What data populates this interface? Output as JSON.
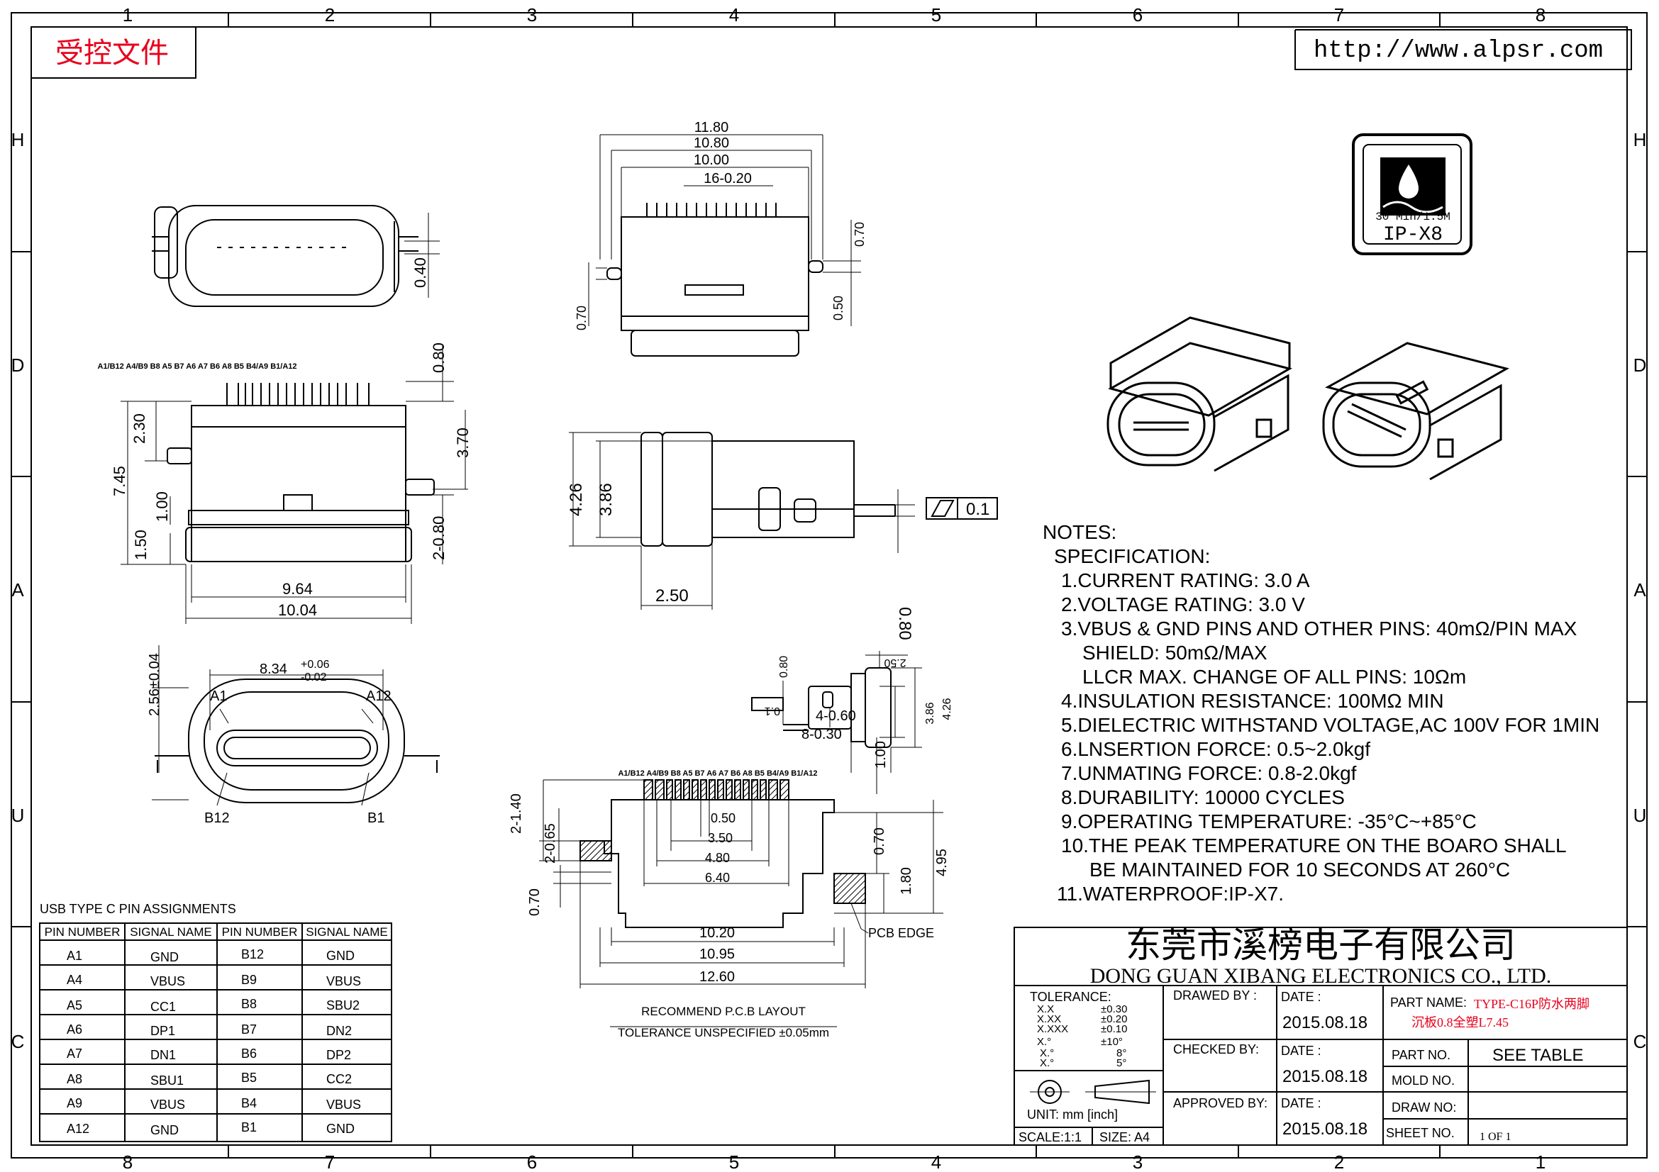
{
  "stamp": "受控文件",
  "url": "http://www.alpsr.com",
  "col_labels_top": [
    "1",
    "2",
    "3",
    "4",
    "5",
    "6",
    "7",
    "8"
  ],
  "col_labels_bottom": [
    "8",
    "7",
    "6",
    "5",
    "4",
    "3",
    "2",
    "1"
  ],
  "row_labels_left": [
    "H",
    "D",
    "A",
    "U",
    "C"
  ],
  "row_labels_right": [
    "H",
    "D",
    "A",
    "U",
    "C"
  ],
  "ip_badge": {
    "line1": "30 Min/1.5M",
    "line2": "IP-X8"
  },
  "pin_header": "A1/B12 A4/B9 B8 A5 B7 A6 A7 B6 A8 B5 B4/A9 B1/A12",
  "top_view": {
    "d1": "11.80",
    "d2": "10.80",
    "d3": "10.00",
    "d4": "16-0.20",
    "d5": "0.70",
    "d6": "0.50",
    "d7": "0.70"
  },
  "front_view": {
    "d1": "0.40"
  },
  "side_view": {
    "d1": "0.80",
    "d2": "2.30",
    "d3": "3.70",
    "d4": "7.45",
    "d5": "1.00",
    "d6": "2-0.80",
    "d7": "1.50",
    "d8": "9.64",
    "d9": "10.04"
  },
  "profile_view": {
    "d1": "4.26",
    "d2": "3.86",
    "d3": "2.50",
    "d4": "0.80",
    "flat": "0.1"
  },
  "mouth_view": {
    "d1": "2.56±0.04",
    "d2": "8.34",
    "tol_up": "+0.06",
    "tol_dn": "-0.02",
    "a1": "A1",
    "a12": "A12",
    "b12": "B12",
    "b1": "B1"
  },
  "pcb_layout": {
    "d_080": "0.80",
    "d_250": "2.50",
    "flat": "0.1",
    "d_4060": "4-0.60",
    "d_8030": "8-0.30",
    "d_386": "3.86",
    "d_426": "4.26",
    "d_100": "1.00",
    "d_2140": "2-1.40",
    "d_2065": "2-0.65",
    "d_050": "0.50",
    "d_350": "3.50",
    "d_480": "4.80",
    "d_640": "6.40",
    "d_070a": "0.70",
    "d_495": "4.95",
    "d_180": "1.80",
    "d_070b": "0.70",
    "d_1020": "10.20",
    "d_1095": "10.95",
    "d_1260": "12.60",
    "pcb_edge": "PCB EDGE",
    "caption1": "RECOMMEND P.C.B LAYOUT",
    "caption2": "TOLERANCE UNSPECIFIED ±0.05mm"
  },
  "notes": {
    "title": "NOTES:",
    "lines": [
      "SPECIFICATION:",
      "1.CURRENT RATING: 3.0 A",
      "2.VOLTAGE RATING: 3.0 V",
      "3.VBUS & GND PINS AND OTHER PINS: 40mΩ/PIN MAX",
      "SHIELD: 50mΩ/MAX",
      "LLCR MAX. CHANGE OF ALL PINS: 10Ωm",
      "4.INSULATION RESISTANCE:  100MΩ MIN",
      "5.DIELECTRIC WITHSTAND VOLTAGE,AC 100V FOR 1MIN",
      "6.LNSERTION FORCE: 0.5~2.0kgf",
      "7.UNMATING FORCE: 0.8-2.0kgf",
      "8.DURABILITY: 10000 CYCLES",
      "9.OPERATING TEMPERATURE: -35°C~+85°C",
      "10.THE PEAK TEMPERATURE ON THE BOARO SHALL",
      "BE MAINTAINED FOR 10 SECONDS AT 260°C",
      "11.WATERPROOF:IP-X7."
    ]
  },
  "pin_table": {
    "title": "USB TYPE C PIN ASSIGNMENTS",
    "headers": [
      "PIN NUMBER",
      "SIGNAL NAME",
      "PIN NUMBER",
      "SIGNAL NAME"
    ],
    "rows": [
      [
        "A1",
        "GND",
        "B12",
        "GND"
      ],
      [
        "A4",
        "VBUS",
        "B9",
        "VBUS"
      ],
      [
        "A5",
        "CC1",
        "B8",
        "SBU2"
      ],
      [
        "A6",
        "DP1",
        "B7",
        "DN2"
      ],
      [
        "A7",
        "DN1",
        "B6",
        "DP2"
      ],
      [
        "A8",
        "SBU1",
        "B5",
        "CC2"
      ],
      [
        "A9",
        "VBUS",
        "B4",
        "VBUS"
      ],
      [
        "A12",
        "GND",
        "B1",
        "GND"
      ]
    ]
  },
  "title_block": {
    "company_cn": "东莞市溪榜电子有限公司",
    "company_en": "DONG GUAN XIBANG ELECTRONICS CO., LTD.",
    "tolerance_label": "TOLERANCE:",
    "tol_keys": [
      "X.X",
      "X.XX",
      "X.XXX",
      "X.°",
      "X.°",
      "X.°"
    ],
    "tol_vals": [
      "±0.30",
      "±0.20",
      "±0.10",
      "±10°",
      "8°",
      "5°"
    ],
    "unit": "UNIT:  mm  [inch]",
    "scale": "SCALE:1:1",
    "size": "SIZE:  A4",
    "drawn_by": "DRAWED BY :",
    "checked_by": "CHECKED BY:",
    "approved_by": "APPROVED BY:",
    "date_label": "DATE :",
    "date": "2015.08.18",
    "part_name_label": "PART NAME:",
    "part_name_1": "TYPE-C16P防水两脚",
    "part_name_2": "沉板0.8全塑L7.45",
    "part_no_label": "PART NO.",
    "part_no": "SEE TABLE",
    "mold_no_label": "MOLD NO.",
    "draw_no_label": "DRAW NO:",
    "sheet_no_label": "SHEET NO.",
    "sheet": "1 OF 1"
  },
  "colors": {
    "line": "#000000",
    "stamp": "#e8001c",
    "part_name": "#e8001c"
  }
}
